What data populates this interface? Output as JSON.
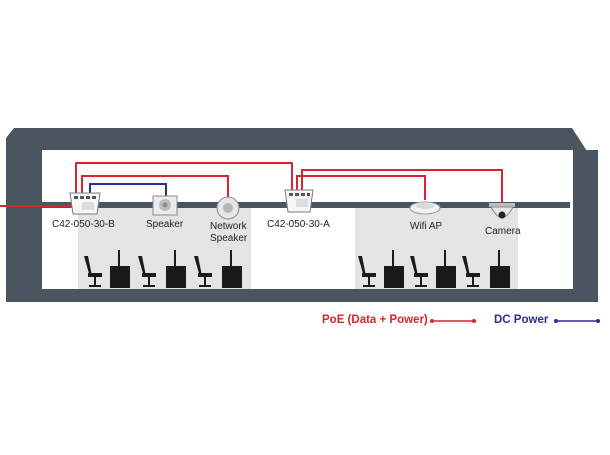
{
  "devices": {
    "switch_b": "C42-050-30-B",
    "speaker": "Speaker",
    "network_speaker_line1": "Network",
    "network_speaker_line2": "Speaker",
    "switch_a": "C42-050-30-A",
    "wifi_ap": "Wifi AP",
    "camera": "Camera"
  },
  "legend": {
    "poe": "PoE (Data + Power)",
    "dc": "DC Power"
  },
  "colors": {
    "building": "#4a5560",
    "room": "#e4e4e4",
    "poe_line": "#d9232e",
    "dc_line": "#2b2f8f",
    "furniture": "#1a1a1a"
  }
}
